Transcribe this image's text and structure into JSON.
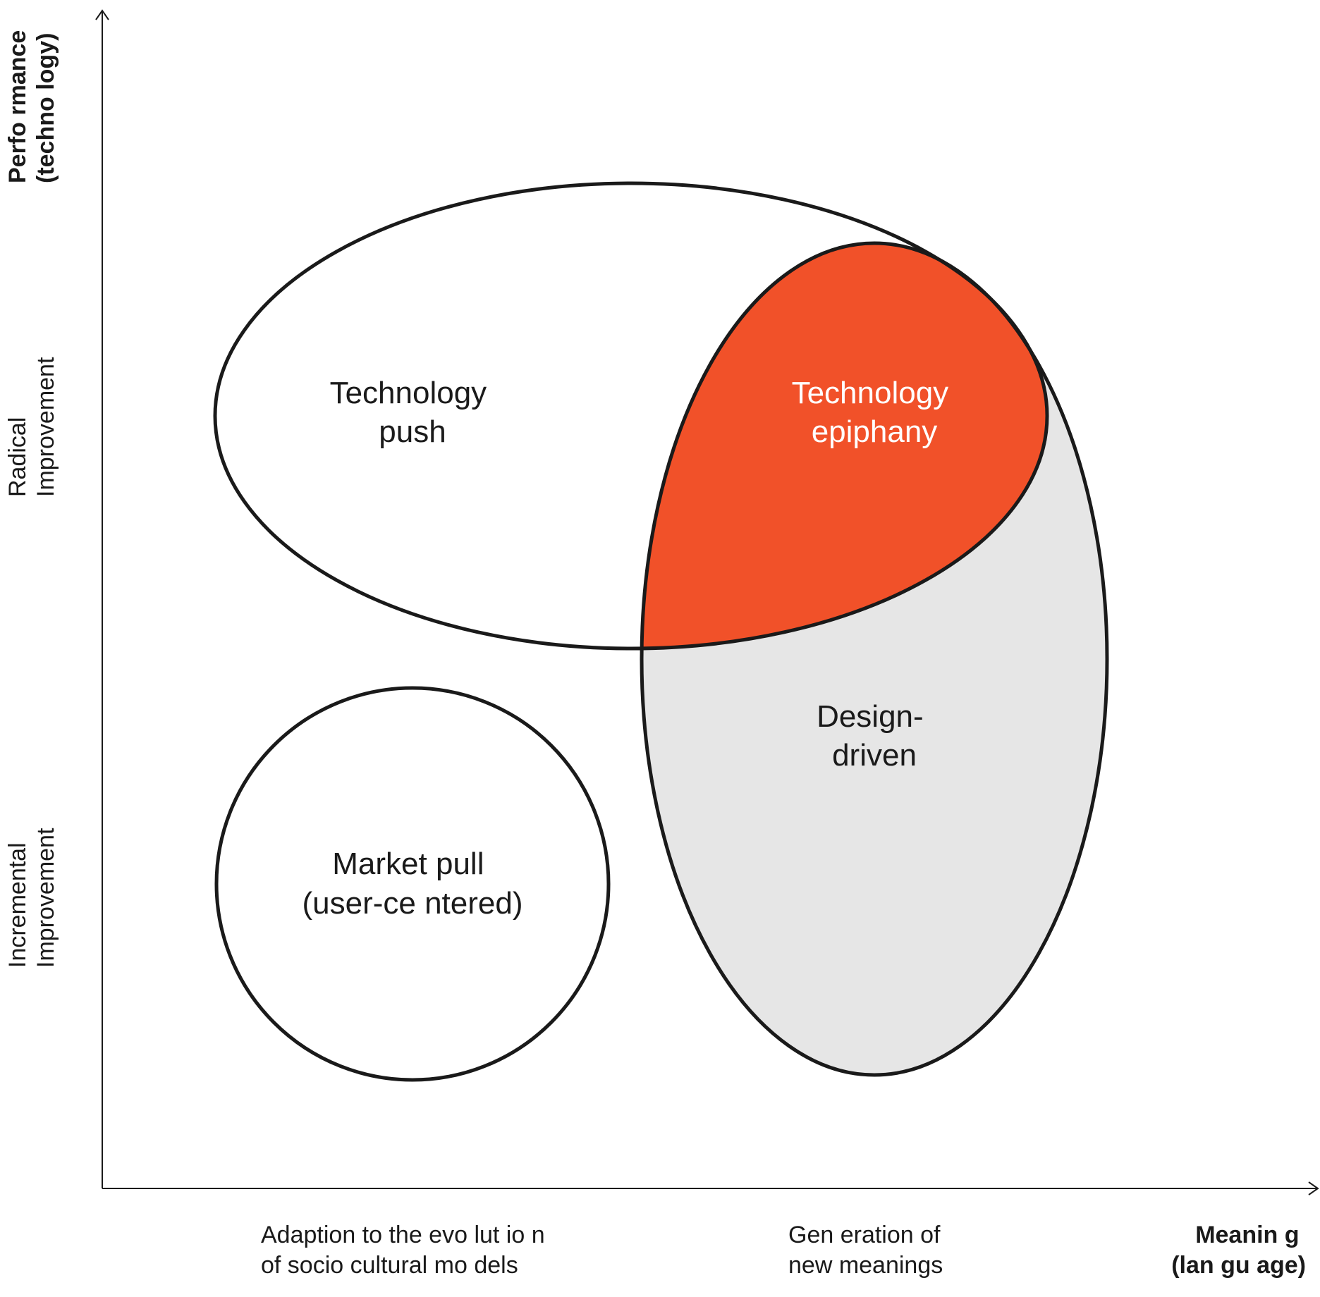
{
  "y_axis": {
    "title_line1": "Perfo rmance",
    "title_line2": "(techno logy)",
    "radical_line1": "Radical",
    "radical_line2": "Improvement",
    "incremental_line1": "Incremental",
    "incremental_line2": "Improvement"
  },
  "x_axis": {
    "title_line1": "Meanin g",
    "title_line2": "(lan gu age)",
    "left_line1": "Adaption to the evo lut io n",
    "left_line2": "of socio cultural mo dels",
    "right_line1": "Gen eration of",
    "right_line2": "new meanings"
  },
  "regions": {
    "technology_push": {
      "line1": "Technology",
      "line2": "push"
    },
    "technology_epiphany": {
      "line1": "Technology",
      "line2": "epiphany"
    },
    "design_driven": {
      "line1": "Design-",
      "line2": "driven"
    },
    "market_pull": {
      "line1": "Market pull",
      "line2": "(user-ce ntered)"
    }
  },
  "colors": {
    "epiphany_fill": "#F15129",
    "design_driven_fill": "#E6E6E6",
    "outline": "#1a1a1a"
  }
}
